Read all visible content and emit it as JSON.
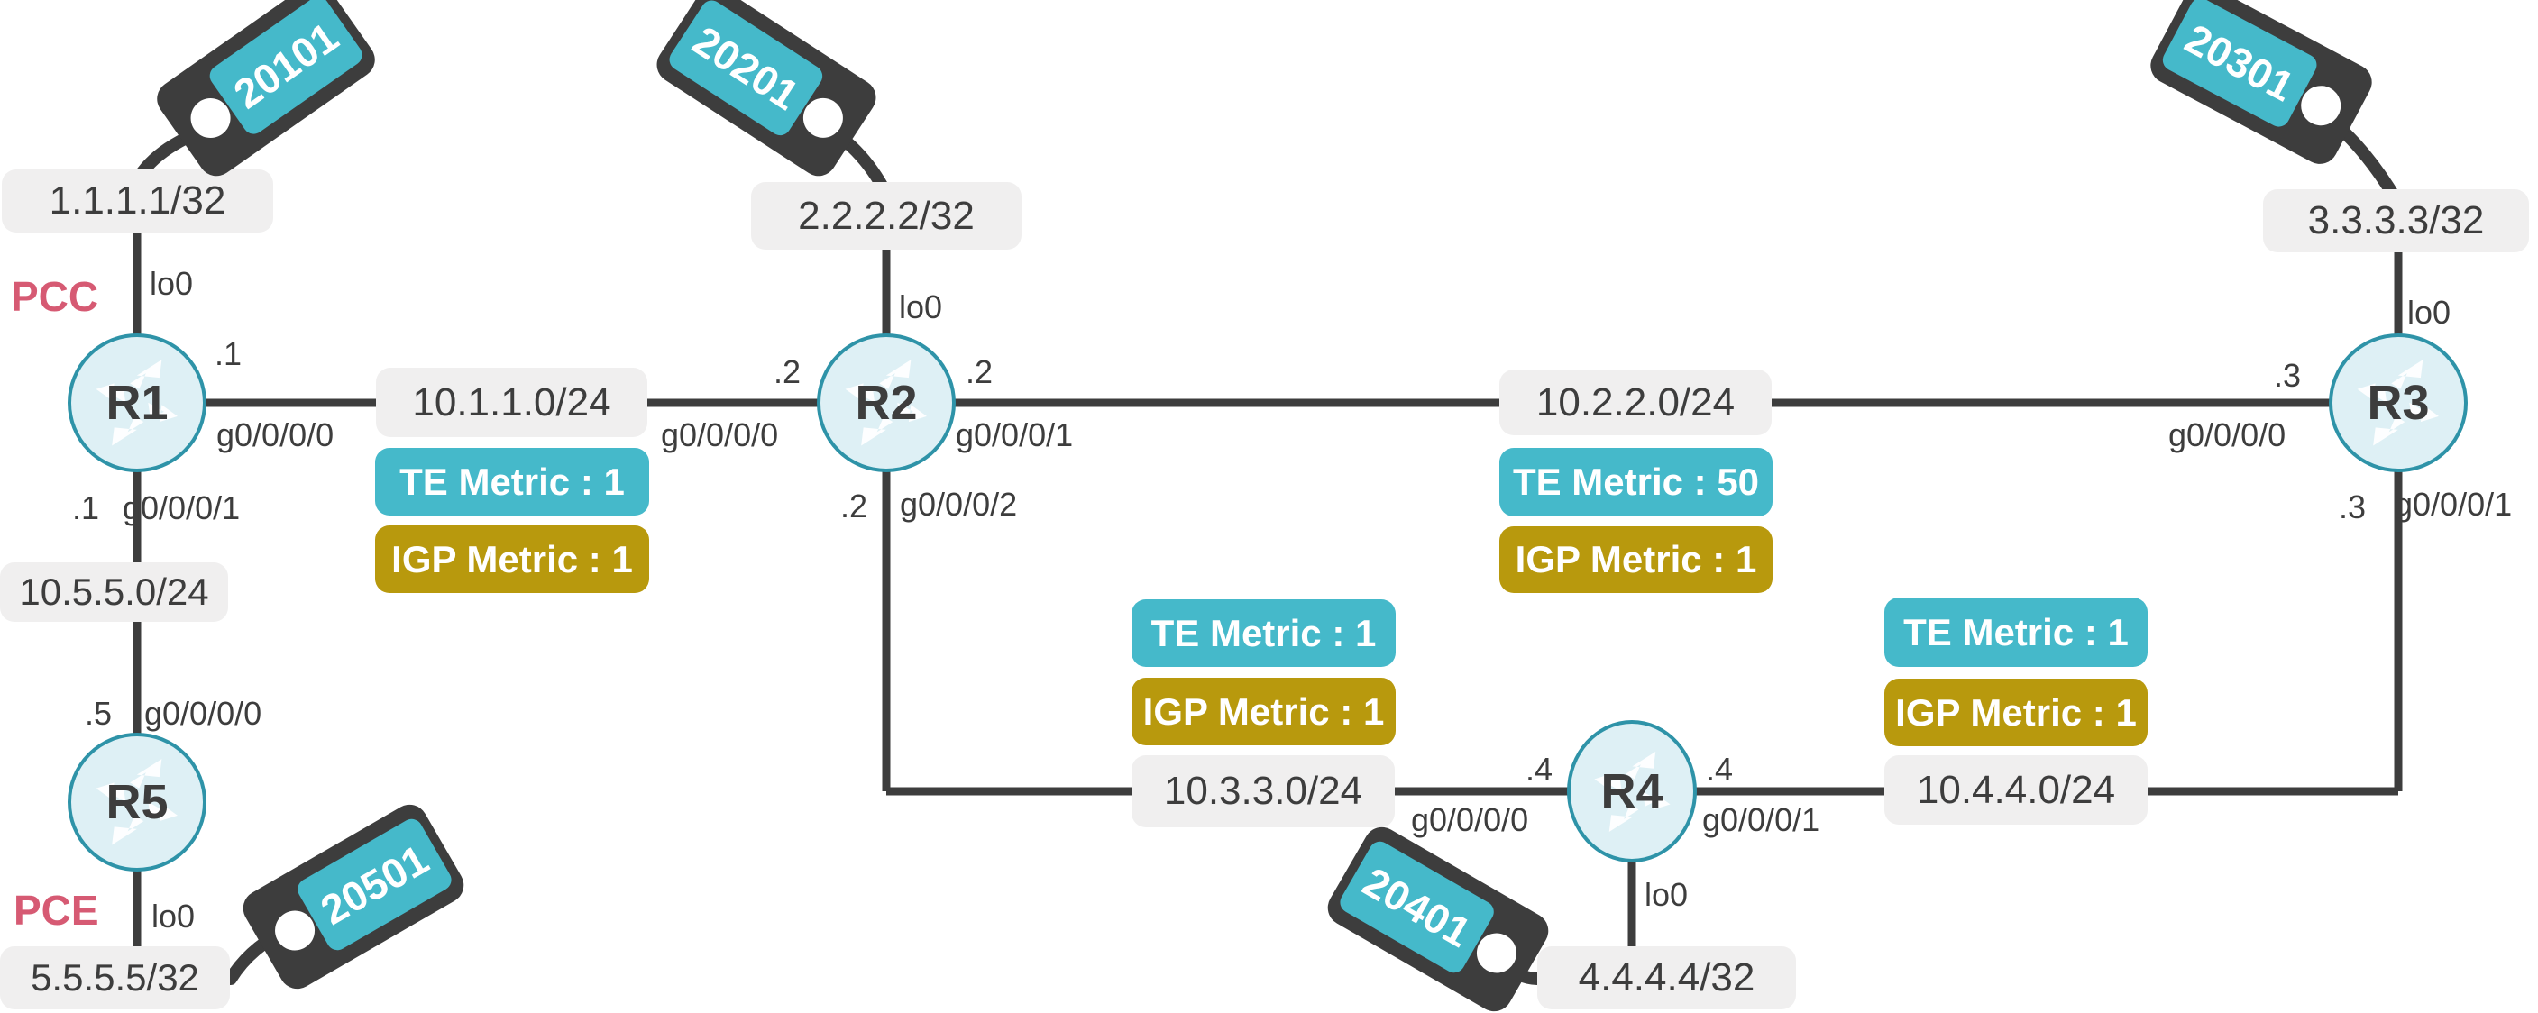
{
  "colors": {
    "teal": "#45b9ca",
    "olive": "#b8990d",
    "box_bg": "#f0efef",
    "ink": "#3d3d3d",
    "router_fill": "#def0f5",
    "router_border": "#2e93a8",
    "accent_pink": "#d65a73"
  },
  "roles": {
    "pcc": "PCC",
    "pce": "PCE"
  },
  "routers": {
    "r1": {
      "name": "R1"
    },
    "r2": {
      "name": "R2"
    },
    "r3": {
      "name": "R3"
    },
    "r4": {
      "name": "R4"
    },
    "r5": {
      "name": "R5"
    }
  },
  "loopbacks": {
    "r1": "1.1.1.1/32",
    "r2": "2.2.2.2/32",
    "r3": "3.3.3.3/32",
    "r4": "4.4.4.4/32",
    "r5": "5.5.5.5/32"
  },
  "tags": {
    "r1": "20101",
    "r2": "20201",
    "r3": "20301",
    "r4": "20401",
    "r5": "20501"
  },
  "subnets": {
    "s11": "10.1.1.0/24",
    "s22": "10.2.2.0/24",
    "s33": "10.3.3.0/24",
    "s44": "10.4.4.0/24",
    "s55": "10.5.5.0/24"
  },
  "metrics": {
    "s11": {
      "te": "TE Metric : 1",
      "igp": "IGP Metric : 1"
    },
    "s22": {
      "te": "TE Metric : 50",
      "igp": "IGP Metric : 1"
    },
    "s33": {
      "te": "TE Metric : 1",
      "igp": "IGP Metric : 1"
    },
    "s44": {
      "te": "TE Metric : 1",
      "igp": "IGP Metric : 1"
    }
  },
  "interfaces": {
    "lo0": "lo0",
    "r1_right": {
      "ip": ".1",
      "port": "g0/0/0/0"
    },
    "r1_down": {
      "ip": ".1",
      "port": "g0/0/0/1"
    },
    "r2_left": {
      "ip": ".2",
      "port": "g0/0/0/0"
    },
    "r2_right": {
      "ip": ".2",
      "port": "g0/0/0/1"
    },
    "r2_down": {
      "ip": ".2",
      "port": "g0/0/0/2"
    },
    "r3_left": {
      "ip": ".3",
      "port": "g0/0/0/0"
    },
    "r3_down": {
      "ip": ".3",
      "port": "g0/0/0/1"
    },
    "r4_left": {
      "ip": ".4",
      "port": "g0/0/0/0"
    },
    "r4_right": {
      "ip": ".4",
      "port": "g0/0/0/1"
    },
    "r5_up": {
      "ip": ".5",
      "port": "g0/0/0/0"
    }
  }
}
